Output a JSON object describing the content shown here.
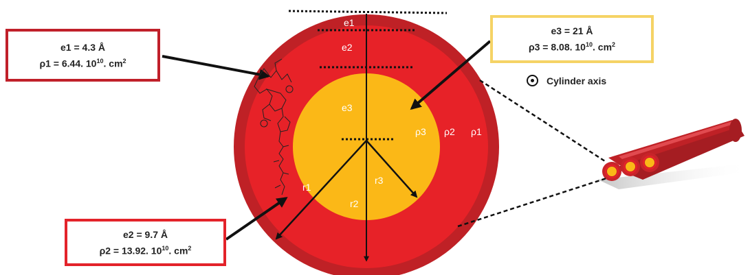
{
  "layers": {
    "e1": {
      "thickness_label": "e1 = 4.3 Å",
      "density_prefix": "ρ1 = 6.44. 10",
      "density_exp": "10",
      "density_suffix": ". cm",
      "density_unit_exp": "2"
    },
    "e2": {
      "thickness_label": "e2 = 9.7 Å",
      "density_prefix": "ρ2 = 13.92. 10",
      "density_exp": "10",
      "density_suffix": ". cm",
      "density_unit_exp": "2"
    },
    "e3": {
      "thickness_label": "e3 = 21 Å",
      "density_prefix": "ρ3 = 8.08. 10",
      "density_exp": "10",
      "density_suffix": ". cm",
      "density_unit_exp": "2"
    }
  },
  "legend": {
    "label": "Cylinder axis",
    "icon": "dot-in-circle-icon"
  },
  "labels": {
    "e1": "e1",
    "e2": "e2",
    "e3": "e3",
    "rho1": "ρ1",
    "rho2": "ρ2",
    "rho3": "ρ3",
    "r1": "r1",
    "r2": "r2",
    "r3": "r3"
  },
  "colors": {
    "outer_shell": "#bf2126",
    "middle_shell": "#e72228",
    "core": "#fbb817",
    "box_e1_border": "#c0202a",
    "box_e2_border": "#e3232a",
    "box_e3_border": "#f5d365",
    "arrows": "#111111"
  },
  "icons": {
    "molecule": "molecule-structure-icon",
    "cylinders": "cylinder-bundle-icon"
  }
}
